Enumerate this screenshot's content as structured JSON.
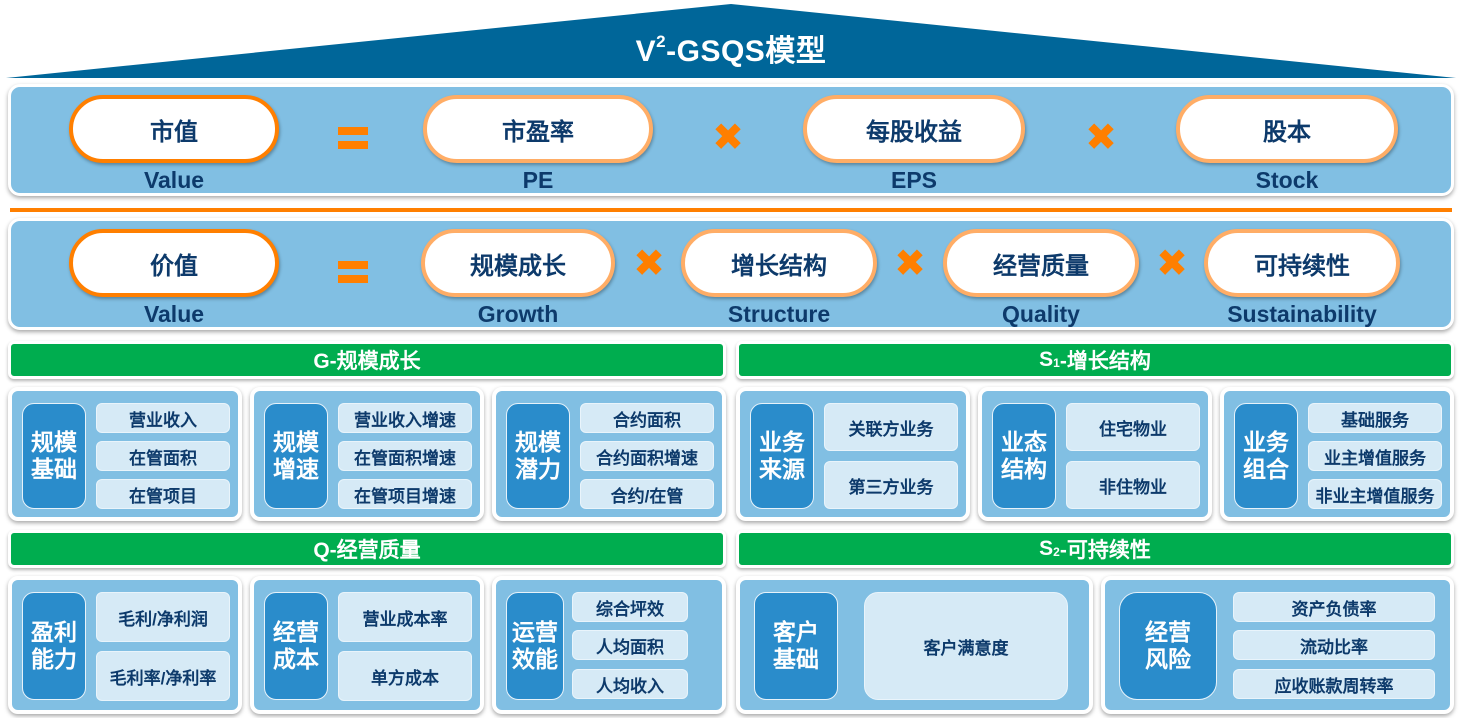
{
  "title": {
    "prefix": "V",
    "sup": "2",
    "suffix": "-GSQS模型"
  },
  "colors": {
    "roof": "#006699",
    "panel": "#81bfe3",
    "accent_orange": "#ff7f00",
    "pill_border": "#ffad66",
    "green": "#00ad4f",
    "category_blue": "#2a8ccb",
    "item_bg": "#d6eaf6",
    "text_dark": "#0d3a6b"
  },
  "formula1": {
    "terms": [
      {
        "cn": "市值",
        "en": "Value"
      },
      {
        "cn": "市盈率",
        "en": "PE"
      },
      {
        "cn": "每股收益",
        "en": "EPS"
      },
      {
        "cn": "股本",
        "en": "Stock"
      }
    ],
    "operators": [
      "=",
      "×",
      "×"
    ]
  },
  "formula2": {
    "terms": [
      {
        "cn": "价值",
        "en": "Value"
      },
      {
        "cn": "规模成长",
        "en": "Growth"
      },
      {
        "cn": "增长结构",
        "en": "Structure"
      },
      {
        "cn": "经营质量",
        "en": "Quality"
      },
      {
        "cn": "可持续性",
        "en": "Sustainability"
      }
    ],
    "operators": [
      "=",
      "×",
      "×",
      "×"
    ]
  },
  "sections": {
    "g": {
      "title": "G-规模成长",
      "groups": [
        {
          "category": "规模\n基础",
          "items": [
            "营业收入",
            "在管面积",
            "在管项目"
          ]
        },
        {
          "category": "规模\n增速",
          "items": [
            "营业收入增速",
            "在管面积增速",
            "在管项目增速"
          ]
        },
        {
          "category": "规模\n潜力",
          "items": [
            "合约面积",
            "合约面积增速",
            "合约/在管"
          ]
        }
      ]
    },
    "s1": {
      "title_main": "S",
      "title_sub": "1",
      "title_rest": "-增长结构",
      "groups": [
        {
          "category": "业务\n来源",
          "items": [
            "关联方业务",
            "第三方业务"
          ]
        },
        {
          "category": "业态\n结构",
          "items": [
            "住宅物业",
            "非住物业"
          ]
        },
        {
          "category": "业务\n组合",
          "items": [
            "基础服务",
            "业主增值服务",
            "非业主增值服务"
          ]
        }
      ]
    },
    "q": {
      "title": "Q-经营质量",
      "groups": [
        {
          "category": "盈利\n能力",
          "items": [
            "毛利/净利润",
            "毛利率/净利率"
          ]
        },
        {
          "category": "经营\n成本",
          "items": [
            "营业成本率",
            "单方成本"
          ]
        },
        {
          "category": "运营\n效能",
          "items": [
            "综合坪效",
            "人均面积",
            "人均收入"
          ]
        }
      ]
    },
    "s2": {
      "title_main": "S",
      "title_sub": "2",
      "title_rest": "-可持续性",
      "groups": [
        {
          "category": "客户\n基础",
          "items": [
            "客户满意度"
          ]
        },
        {
          "category": "经营\n风险",
          "items": [
            "资产负债率",
            "流动比率",
            "应收账款周转率"
          ]
        }
      ]
    }
  }
}
